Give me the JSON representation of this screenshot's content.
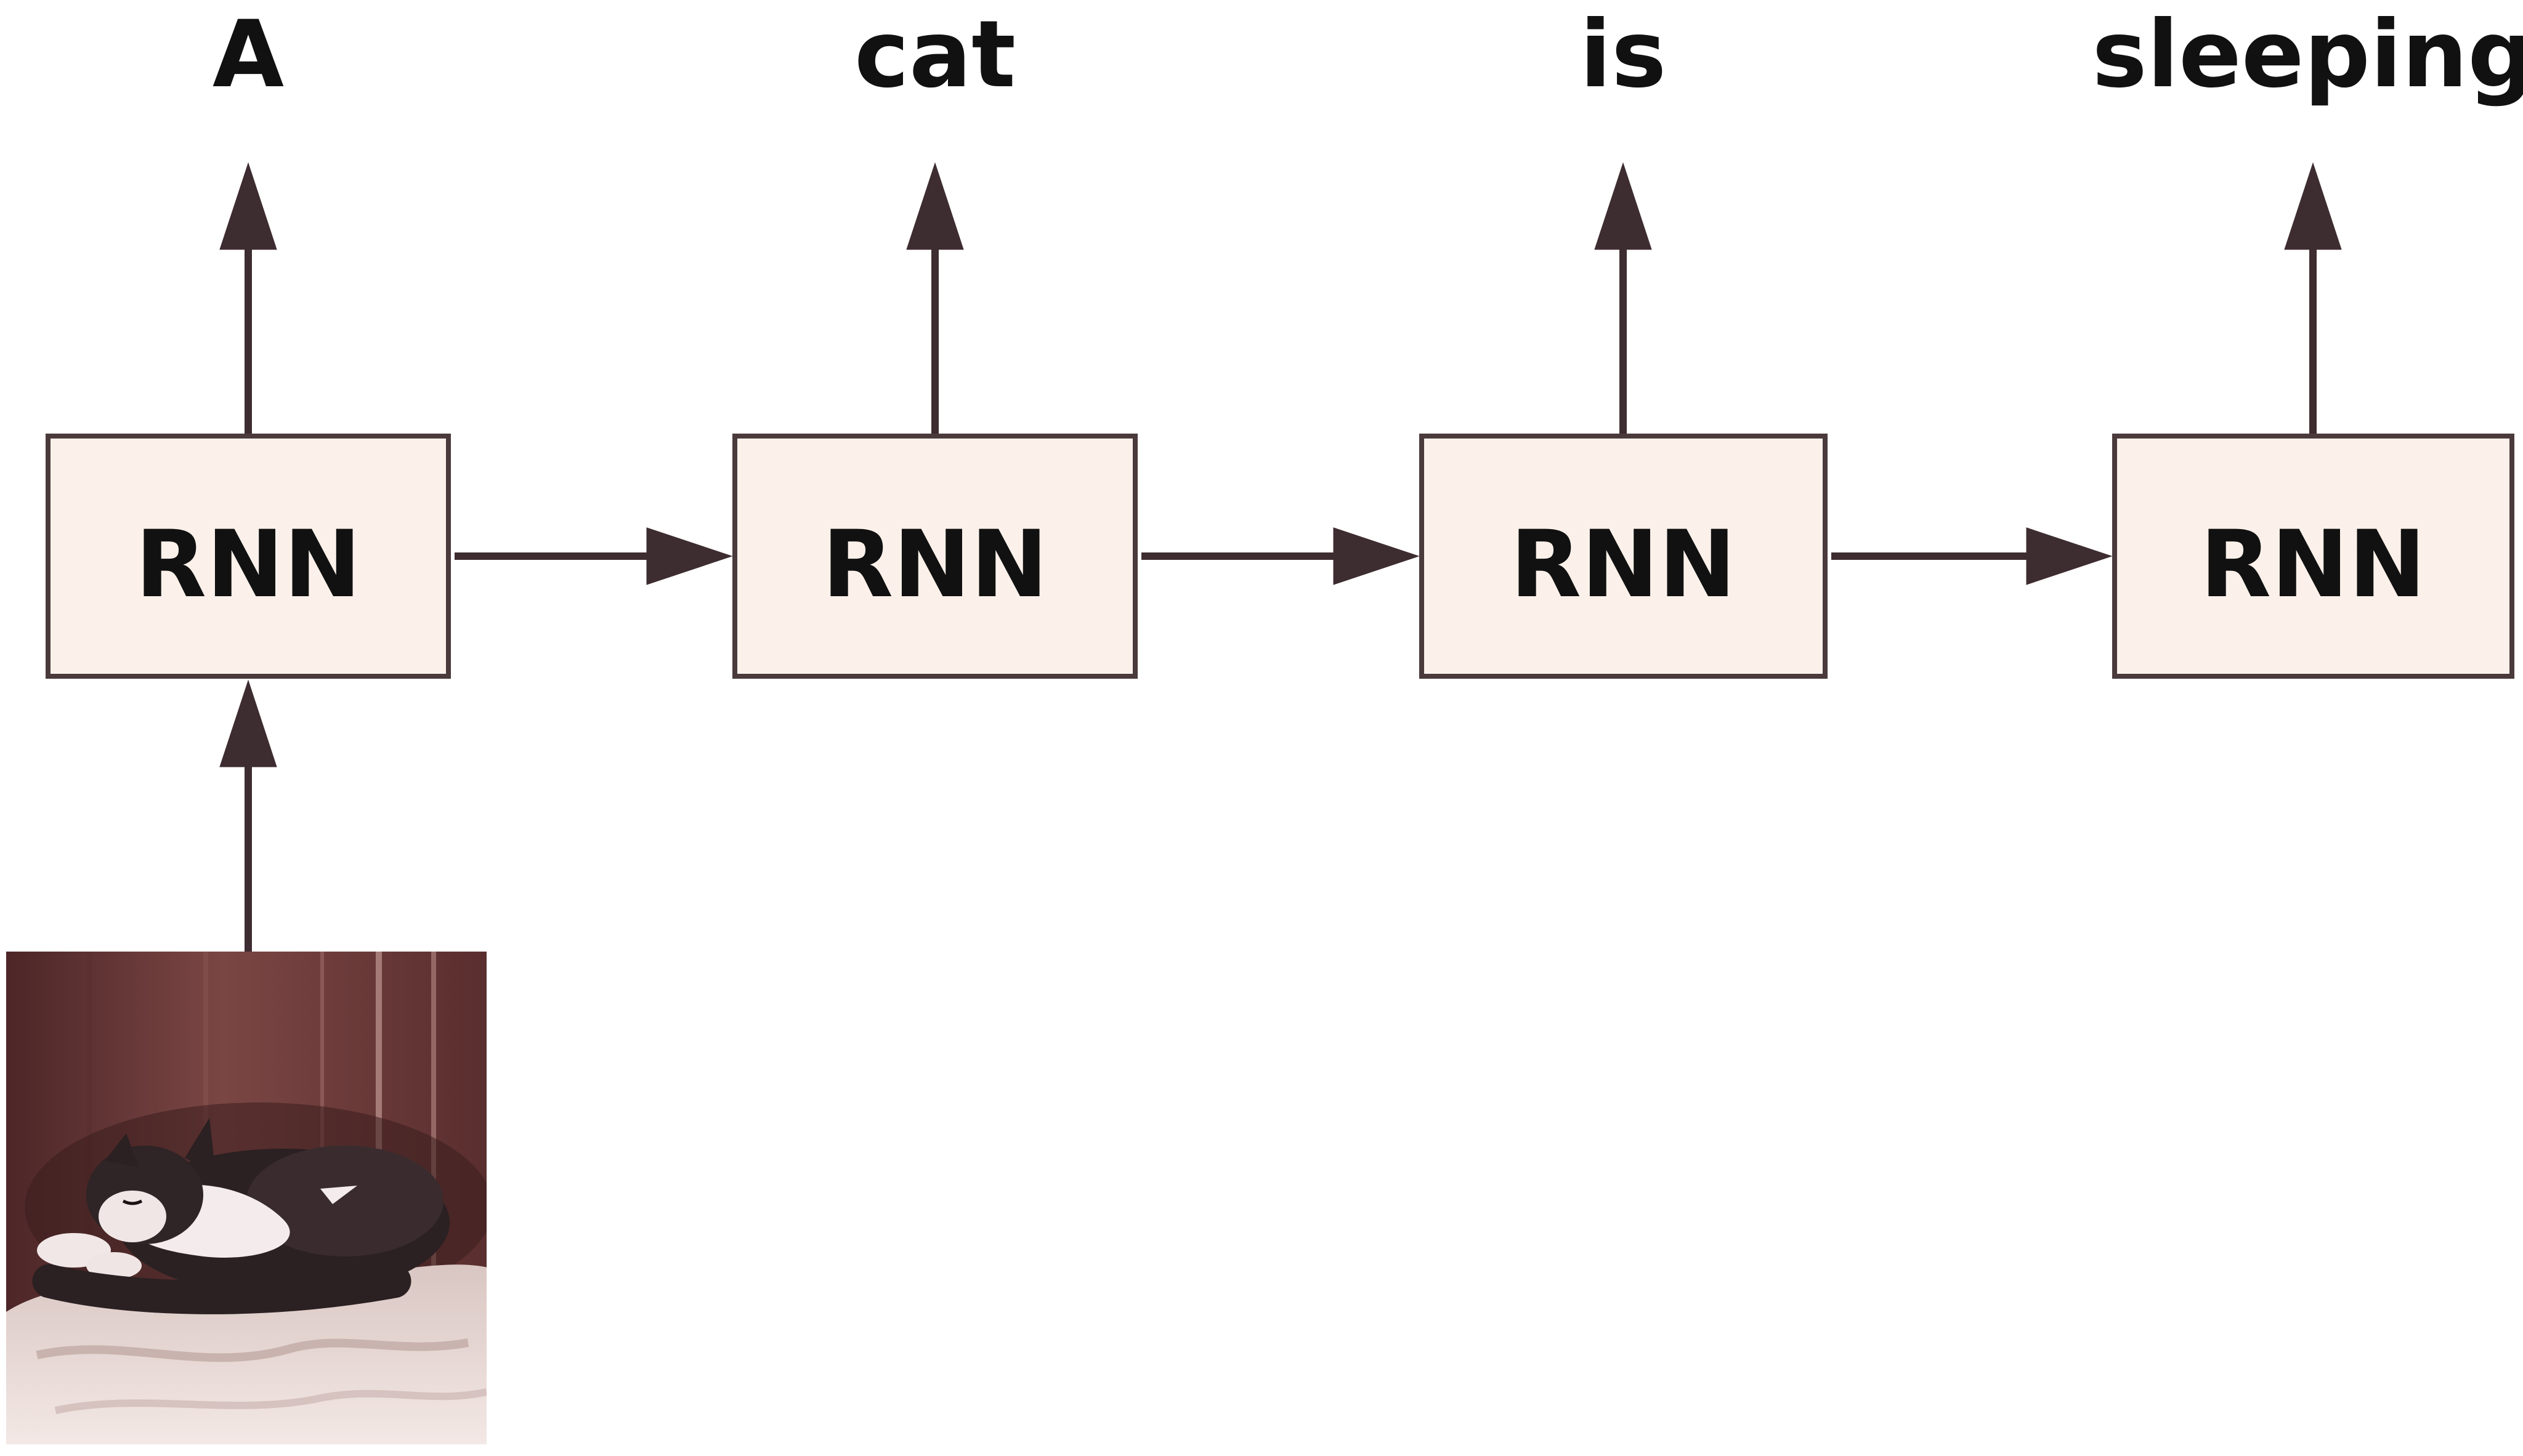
{
  "diagram": {
    "outputs": [
      "A",
      "cat",
      "is",
      "sleeping"
    ],
    "boxes": [
      {
        "label": "RNN"
      },
      {
        "label": "RNN"
      },
      {
        "label": "RNN"
      },
      {
        "label": "RNN"
      }
    ]
  },
  "colors": {
    "box_fill": "#fbf1ea",
    "box_stroke": "#4a3a3c",
    "arrow": "#3d2c30",
    "text": "#111111",
    "photo_wall": "#6e3d3b",
    "photo_wall_dark": "#4d2627",
    "photo_bedding": "#efe3df",
    "cat_dark": "#2b2022",
    "cat_white": "#f4ecec"
  },
  "icons": [
    "sleeping-cat-photo"
  ]
}
